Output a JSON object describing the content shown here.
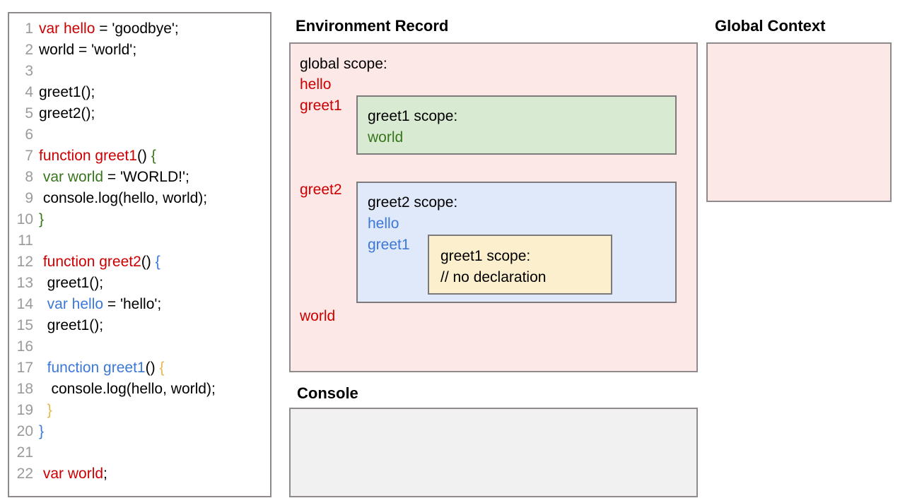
{
  "code_panel": {
    "name": "source-code",
    "lines": [
      {
        "number": "1",
        "tokens": [
          {
            "t": "var hello",
            "c": "red"
          },
          {
            "t": " = 'goodbye';",
            "c": "black"
          }
        ]
      },
      {
        "number": "2",
        "tokens": [
          {
            "t": "world = 'world';",
            "c": "black"
          }
        ]
      },
      {
        "number": "3",
        "tokens": [
          {
            "t": "",
            "c": "black"
          }
        ]
      },
      {
        "number": "4",
        "tokens": [
          {
            "t": "greet1();",
            "c": "black"
          }
        ]
      },
      {
        "number": "5",
        "tokens": [
          {
            "t": "greet2();",
            "c": "black"
          }
        ]
      },
      {
        "number": "6",
        "tokens": [
          {
            "t": "",
            "c": "black"
          }
        ]
      },
      {
        "number": "7",
        "tokens": [
          {
            "t": "function greet1",
            "c": "red"
          },
          {
            "t": "() ",
            "c": "black"
          },
          {
            "t": "{",
            "c": "green"
          }
        ]
      },
      {
        "number": "8",
        "tokens": [
          {
            "t": " ",
            "c": "black"
          },
          {
            "t": "var world",
            "c": "green"
          },
          {
            "t": " = 'WORLD!';",
            "c": "black"
          }
        ]
      },
      {
        "number": "9",
        "tokens": [
          {
            "t": " console.log(hello, world);",
            "c": "black"
          }
        ]
      },
      {
        "number": "10",
        "tokens": [
          {
            "t": "}",
            "c": "green"
          }
        ]
      },
      {
        "number": "11",
        "tokens": [
          {
            "t": "",
            "c": "black"
          }
        ]
      },
      {
        "number": "12",
        "tokens": [
          {
            "t": " ",
            "c": "black"
          },
          {
            "t": "function greet2",
            "c": "red"
          },
          {
            "t": "() ",
            "c": "black"
          },
          {
            "t": "{",
            "c": "blue"
          }
        ]
      },
      {
        "number": "13",
        "tokens": [
          {
            "t": "  greet1();",
            "c": "black"
          }
        ]
      },
      {
        "number": "14",
        "tokens": [
          {
            "t": "  ",
            "c": "black"
          },
          {
            "t": "var hello",
            "c": "blue"
          },
          {
            "t": " = 'hello';",
            "c": "black"
          }
        ]
      },
      {
        "number": "15",
        "tokens": [
          {
            "t": "  greet1();",
            "c": "black"
          }
        ]
      },
      {
        "number": "16",
        "tokens": [
          {
            "t": "",
            "c": "black"
          }
        ]
      },
      {
        "number": "17",
        "tokens": [
          {
            "t": "  ",
            "c": "black"
          },
          {
            "t": "function greet1",
            "c": "blue"
          },
          {
            "t": "() ",
            "c": "black"
          },
          {
            "t": "{",
            "c": "amber"
          }
        ]
      },
      {
        "number": "18",
        "tokens": [
          {
            "t": "   console.log(hello, world);",
            "c": "black"
          }
        ]
      },
      {
        "number": "19",
        "tokens": [
          {
            "t": "  ",
            "c": "black"
          },
          {
            "t": "}",
            "c": "amber"
          }
        ]
      },
      {
        "number": "20",
        "tokens": [
          {
            "t": "}",
            "c": "blue"
          }
        ]
      },
      {
        "number": "21",
        "tokens": [
          {
            "t": "",
            "c": "black"
          }
        ]
      },
      {
        "number": "22",
        "tokens": [
          {
            "t": " ",
            "c": "black"
          },
          {
            "t": "var world",
            "c": "red"
          },
          {
            "t": ";",
            "c": "black"
          }
        ]
      }
    ]
  },
  "environment_record": {
    "title": "Environment Record",
    "global_scope_label": "global scope:",
    "global_vars": [
      "hello",
      "greet1",
      "greet2",
      "world"
    ],
    "greet1_scope": {
      "heading": "greet1 scope:",
      "vars": [
        "world"
      ]
    },
    "greet2_scope": {
      "heading": "greet2 scope:",
      "vars": [
        "hello",
        "greet1"
      ],
      "nested_greet1_scope": {
        "heading": "greet1 scope:",
        "note": "// no declaration"
      }
    }
  },
  "global_context": {
    "title": "Global Context",
    "content": ""
  },
  "console": {
    "title": "Console",
    "content": ""
  },
  "colors": {
    "red": "#cc0000",
    "green": "#38761d",
    "blue": "#3c78d8",
    "amber": "#e8b84b",
    "line_number": "#9a9a9a",
    "pink_panel_bg": "#fce8e6",
    "green_scope_bg": "#d9ead3",
    "blue_scope_bg": "#dfe9f9",
    "yellow_scope_bg": "#fcefcd",
    "console_bg": "#f1f1f1",
    "border": "#8f8a8c"
  }
}
